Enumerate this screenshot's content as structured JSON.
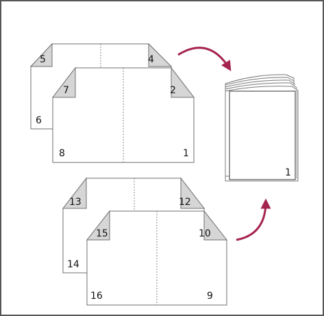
{
  "colors": {
    "arrow": "#a5244f",
    "corner_fold": "#d6d6d6",
    "sheet_stroke": "#6f6f6f",
    "fold_line": "#8a8a8a"
  },
  "icons": [
    "curved-arrow-icon",
    "booklet-icon"
  ],
  "sheet_set_a": {
    "back_sheet": {
      "left_corner": "5",
      "right_corner": "4",
      "left_edge": "6"
    },
    "front_sheet": {
      "left_corner": "7",
      "right_corner": "2",
      "bottom_left": "8",
      "bottom_right": "1"
    }
  },
  "sheet_set_b": {
    "back_sheet": {
      "left_corner": "13",
      "right_corner": "12",
      "left_edge": "14"
    },
    "front_sheet": {
      "left_corner": "15",
      "right_corner": "10",
      "bottom_left": "16",
      "bottom_right": "9"
    }
  },
  "booklet": {
    "page_number": "1"
  }
}
